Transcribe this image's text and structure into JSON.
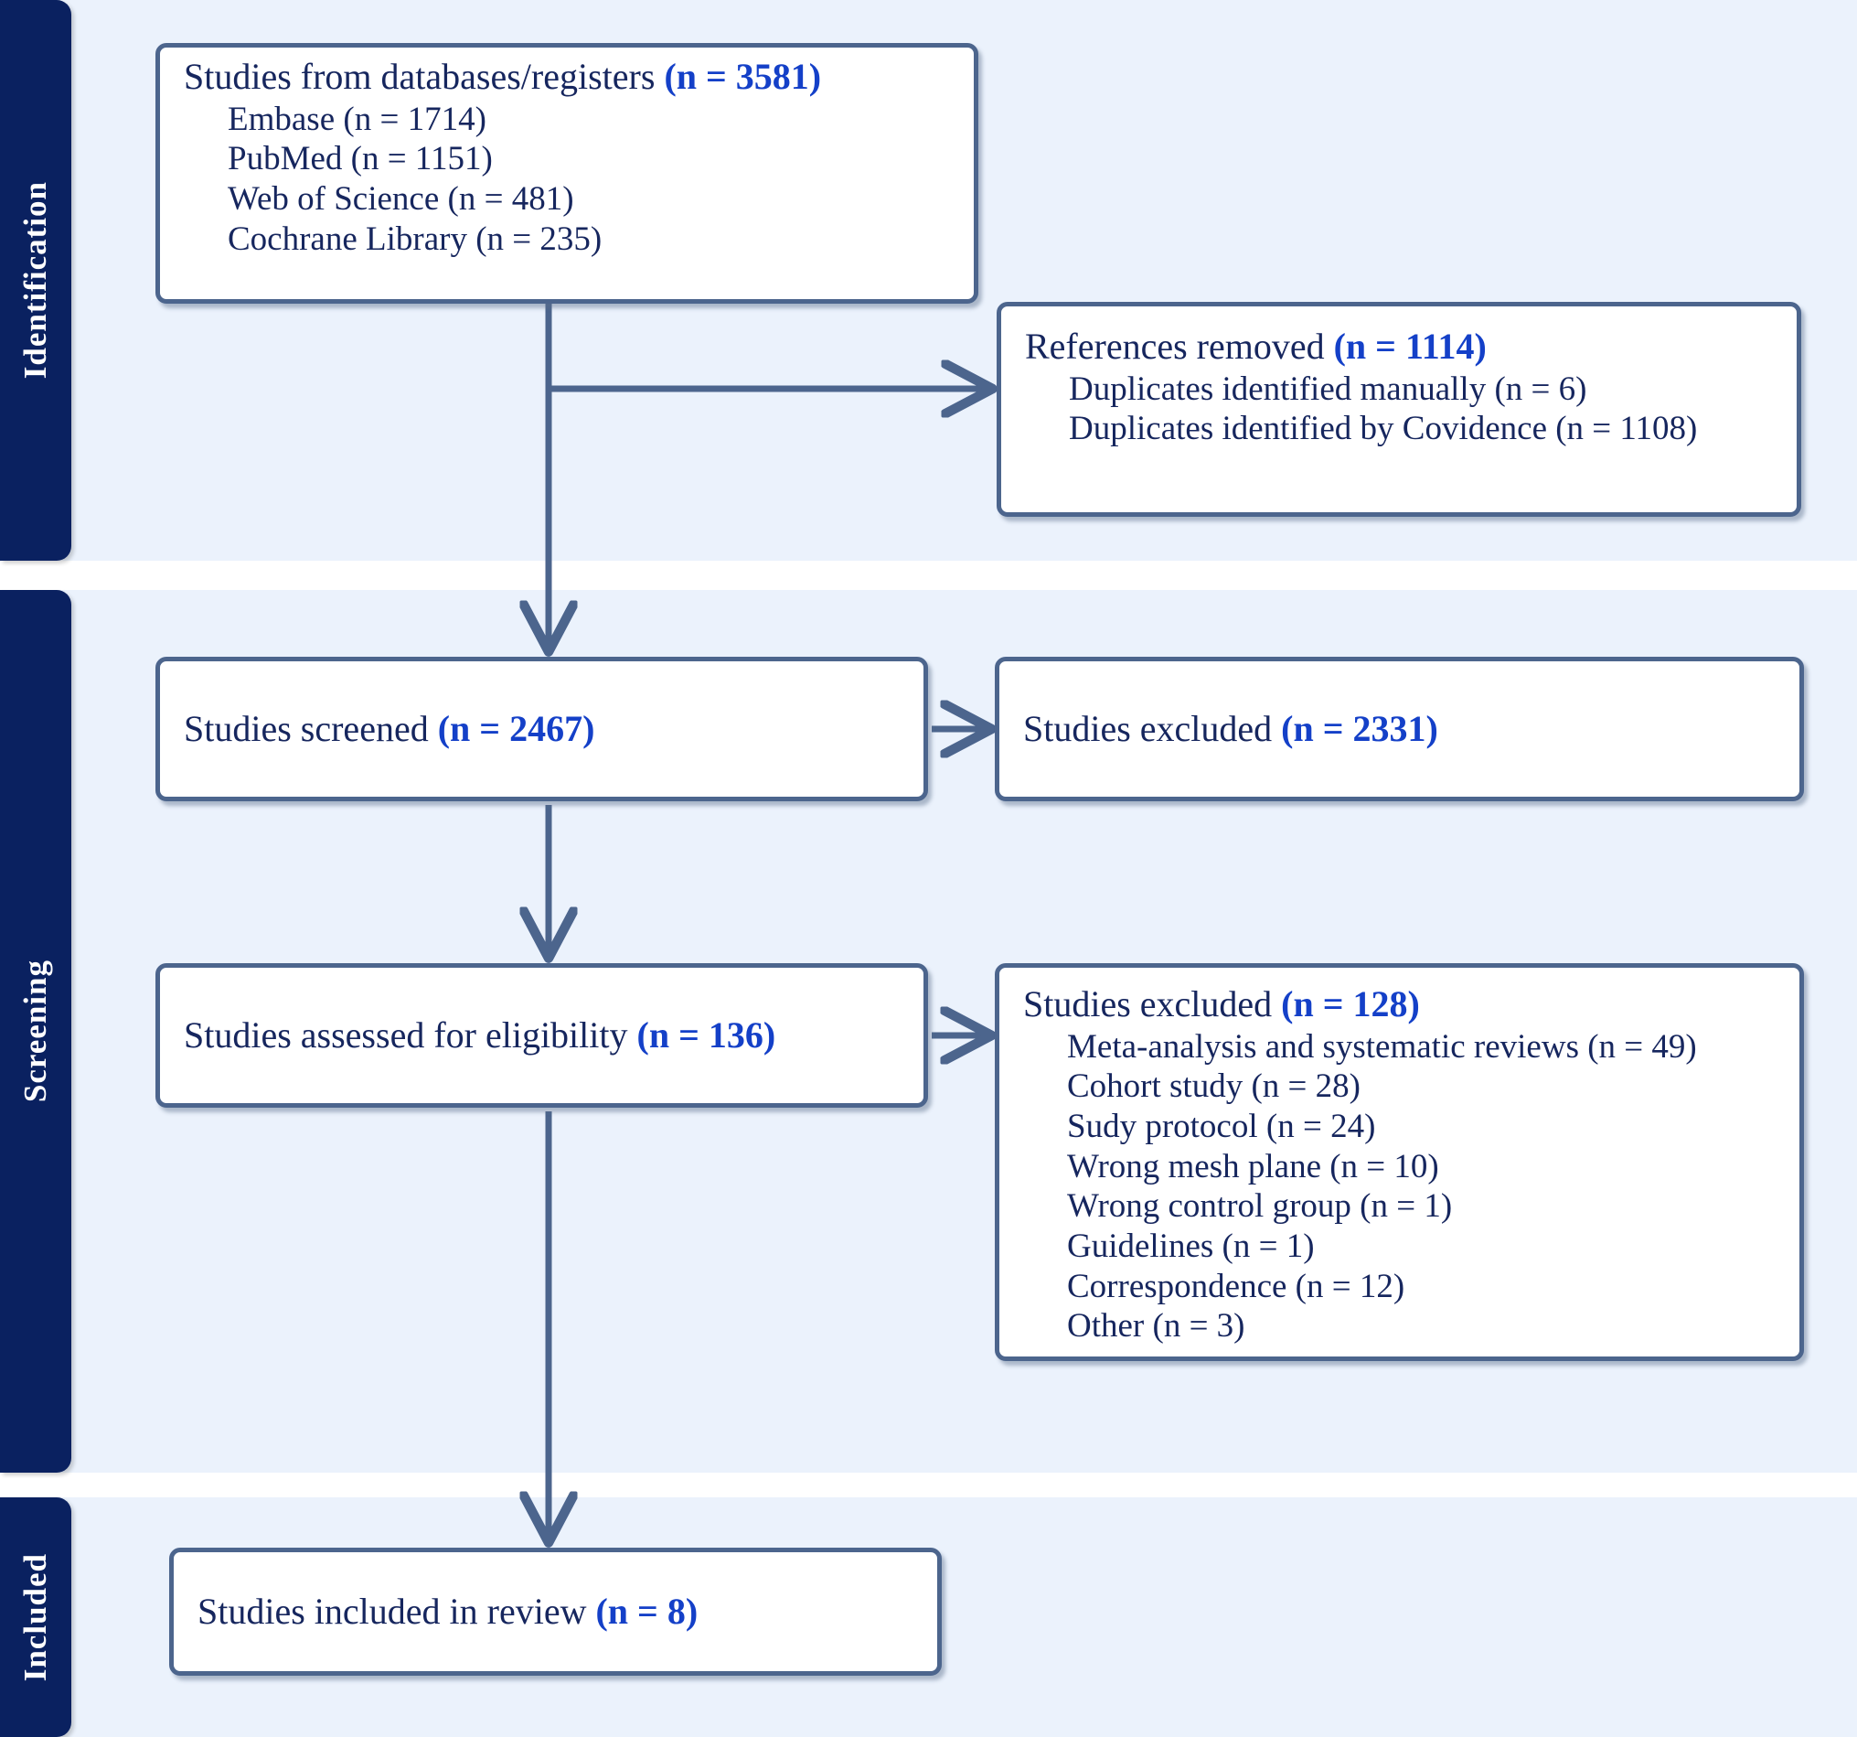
{
  "diagram": {
    "type": "prisma-flow-diagram",
    "colors": {
      "band_background": "#ebf2fc",
      "page_background": "#ffffff",
      "sidebar_navy": "#0a2160",
      "box_border": "#4c658d",
      "text_navy": "#16265e",
      "accent_blue": "#1440c8",
      "connector": "#4c658d"
    }
  },
  "sections": [
    {
      "key": "identification",
      "label": "Identification"
    },
    {
      "key": "screening",
      "label": "Screening"
    },
    {
      "key": "included",
      "label": "Included"
    }
  ],
  "boxes": {
    "databases": {
      "title_text": "Studies from databases/registers ",
      "title_count": "(n = 3581)",
      "items": [
        "Embase (n = 1714)",
        "PubMed (n = 1151)",
        "Web of Science (n = 481)",
        "Cochrane Library (n = 235)"
      ]
    },
    "references_removed": {
      "title_text": "References removed ",
      "title_count": "(n = 1114)",
      "items": [
        "Duplicates identified manually (n = 6)",
        "Duplicates identified by Covidence (n = 1108)"
      ]
    },
    "screened": {
      "title_text": "Studies screened ",
      "title_count": "(n = 2467)",
      "items": []
    },
    "excluded_screening": {
      "title_text": "Studies excluded ",
      "title_count": "(n = 2331)",
      "items": []
    },
    "eligibility": {
      "title_text": "Studies assessed for eligibility ",
      "title_count": "(n = 136)",
      "items": []
    },
    "excluded_eligibility": {
      "title_text": "Studies excluded ",
      "title_count": "(n = 128)",
      "items": [
        "Meta-analysis and systematic reviews (n = 49)",
        "Cohort study (n = 28)",
        "Sudy protocol (n = 24)",
        "Wrong mesh plane (n = 10)",
        "Wrong control group (n = 1)",
        "Guidelines (n = 1)",
        "Correspondence (n = 12)",
        "Other (n = 3)"
      ]
    },
    "included": {
      "title_text": "Studies included in review ",
      "title_count": "(n = 8)",
      "items": []
    }
  }
}
